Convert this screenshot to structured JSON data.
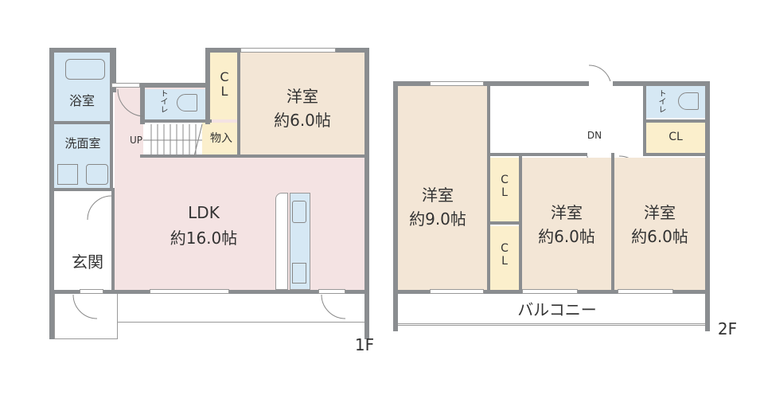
{
  "colors": {
    "wall": "#8a8d90",
    "western_room": "#f3e6d6",
    "ldk": "#f4e3e3",
    "water": "#d6e8f4",
    "closet": "#fbefcc",
    "white": "#ffffff"
  },
  "floor1": {
    "label": "1F",
    "rooms": {
      "bath": "浴室",
      "washroom": "洗面室",
      "toilet": "トイレ",
      "closet": "C\nL",
      "storage": "物入",
      "western": {
        "name": "洋室",
        "size": "約6.0帖"
      },
      "ldk": {
        "name": "LDK",
        "size": "約16.0帖"
      },
      "entrance": "玄関"
    },
    "stairs_label": "UP"
  },
  "floor2": {
    "label": "2F",
    "rooms": {
      "toilet": "トイレ",
      "closet_top": "CL",
      "closet_a": "C\nL",
      "closet_b": "C\nL",
      "western_a": {
        "name": "洋室",
        "size": "約9.0帖"
      },
      "western_b": {
        "name": "洋室",
        "size": "約6.0帖"
      },
      "western_c": {
        "name": "洋室",
        "size": "約6.0帖"
      },
      "balcony": "バルコニー"
    },
    "stairs_label": "DN"
  }
}
